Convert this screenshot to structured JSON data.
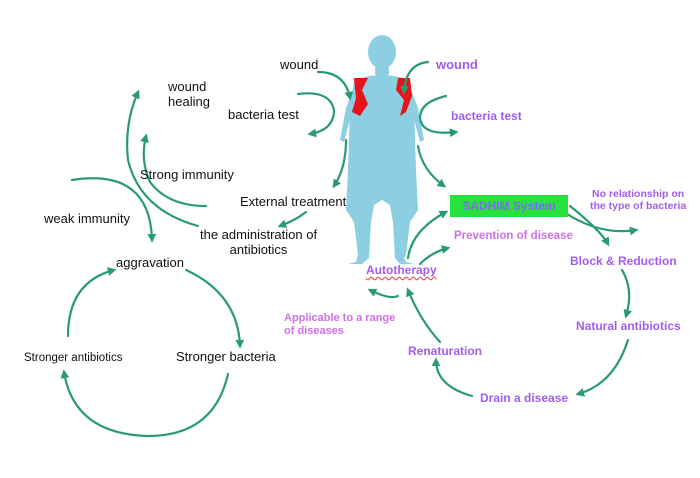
{
  "labels": {
    "wound_left": "wound",
    "wound_healing": "wound\nhealing",
    "bacteria_test_left": "bacteria test",
    "strong_immunity": "Strong immunity",
    "external_treatment": "External treatment",
    "weak_immunity": "weak immunity",
    "administration": "the administration of\nantibiotics",
    "aggravation": "aggravation",
    "stronger_antibiotics": "Stronger antibiotics",
    "stronger_bacteria": "Stronger bacteria",
    "wound_right": "wound",
    "bacteria_test_right": "bacteria test",
    "system": "SADHIM System",
    "no_relationship": "No relationship on\nthe type of bacteria",
    "prevention": "Prevention of disease",
    "autotherapy": "Autotherapy",
    "block_reduction": "Block & Reduction",
    "applicable": "Applicable to a range\nof diseases",
    "natural_antibiotics": "Natural antibiotics",
    "renaturation": "Renaturation",
    "drain": "Drain a disease"
  },
  "colors": {
    "arrow": "#2a9a74",
    "body": "#8ccfe2",
    "wound_marks": "#e8141c",
    "badge": "#27e23a",
    "purple_text": "#a25ded",
    "pink_text": "#d070e6"
  },
  "icons": {
    "figure": "human-body-figure"
  }
}
